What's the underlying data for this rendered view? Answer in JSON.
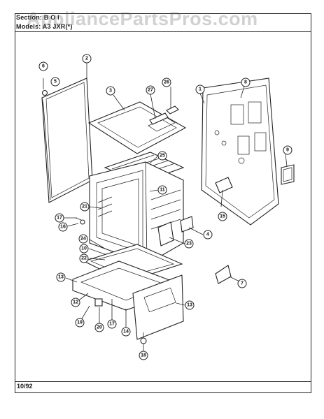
{
  "header": {
    "section_label": "Section: B O I",
    "models_label": "Models: A3 JXR(*)"
  },
  "watermark": "AppliancePartsPros.com",
  "footer": {
    "date": "10/92"
  },
  "callouts": [
    "1",
    "2",
    "3",
    "4",
    "5",
    "6",
    "7",
    "8",
    "9",
    "11",
    "12",
    "13",
    "13",
    "14",
    "15",
    "16",
    "17",
    "17",
    "18",
    "19",
    "20",
    "21",
    "22",
    "23",
    "24",
    "25",
    "26",
    "27"
  ]
}
